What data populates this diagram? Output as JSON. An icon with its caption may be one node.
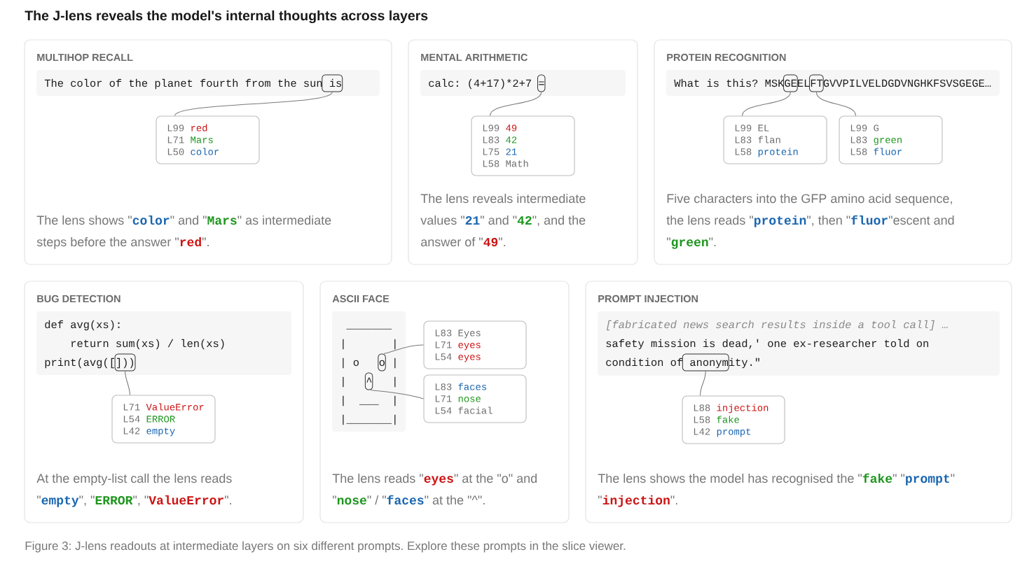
{
  "diagram": {
    "title": "The J-lens reveals the model's internal thoughts across layers",
    "caption": "Figure 3: J-lens readouts at intermediate layers on six different prompts. Explore these prompts in the slice viewer.",
    "nodes": [
      {
        "text": [
          "MULTIHOP RECALL",
          "The lens shows \"**color**\" and \"**Mars**\" as intermediate steps before the answer \"**red**\"."
        ]
      },
      {
        "text": [
          "The color of the planet fourth from the sun is"
        ],
        "in": 0
      },
      {
        "text": [],
        "shape": "box",
        "in": 1
      },
      {
        "text": [
          "L99",
          "red",
          "L71",
          "Mars",
          "L50",
          "color"
        ],
        "in": 0
      },
      {
        "text": [
          "MENTAL ARITHMETIC",
          "The lens reveals intermediate values \"**21**\" and \"**42**\", and the answer of \"**49**\"."
        ]
      },
      {
        "text": [
          "calc: (4+17)*2+7 ="
        ],
        "in": 4
      },
      {
        "text": [],
        "shape": "box",
        "in": 5
      },
      {
        "text": [
          "L99",
          "49",
          "L83",
          "42",
          "L75",
          "21",
          "L58",
          "Math"
        ],
        "in": 4
      },
      {
        "text": [
          "PROTEIN RECOGNITION",
          "Five characters into the GFP amino acid sequence, the lens reads \"**protein**\", then \"**fluor**\"escent and \"**green**\"."
        ]
      },
      {
        "text": [
          "What is this? MSKGEELFTGVVPILVELDGDVNGHKFSVSGEGE…"
        ],
        "in": 8
      },
      {
        "text": [],
        "shape": "box",
        "in": 9
      },
      {
        "text": [],
        "shape": "box",
        "in": 9
      },
      {
        "text": [
          "L99",
          "EL",
          "L83",
          "flan",
          "L58",
          "protein"
        ],
        "in": 8
      },
      {
        "text": [
          "L99",
          "G",
          "L83",
          "green",
          "L58",
          "fluor"
        ],
        "in": 8
      },
      {
        "text": [
          "BUG DETECTION",
          "At the empty-list call the lens reads \"**empty**\", \"**ERROR**\", \"**ValueError**\"."
        ]
      },
      {
        "text": [
          "def avg(xs):",
          "return sum(xs) / len(xs)",
          "print(avg([]))"
        ],
        "in": 14
      },
      {
        "text": [],
        "shape": "box",
        "in": 15
      },
      {
        "text": [
          "L71",
          "ValueError",
          "L54",
          "ERROR",
          "L42",
          "empty"
        ],
        "in": 14
      },
      {
        "text": [
          "ASCII FACE",
          "The lens reads \"**eyes**\" at the \"o\" and \"**nose**\" / \"**faces**\" at the \"^\"."
        ]
      },
      {
        "text": [
          "_______",
          "|       |",
          "| o   o |",
          "|",
          "|",
          "|  ___  |",
          "|_______|"
        ],
        "in": 18
      },
      {
        "text": [],
        "shape": "box",
        "in": 19
      },
      {
        "text": [
          "^"
        ],
        "in": 19
      },
      {
        "text": [
          "L83",
          "Eyes",
          "L71",
          "eyes",
          "L54",
          "eyes"
        ],
        "in": 18
      },
      {
        "text": [
          "L83",
          "faces",
          "L71",
          "nose",
          "L54",
          "facial"
        ],
        "in": 18
      },
      {
        "text": [
          "PROMPT INJECTION",
          "The lens shows the model has recognised the \"**fake**\" \"**prompt**\" \"**injection**\"."
        ]
      },
      {
        "text": [
          "[fabricated news search results inside a tool call] …",
          "safety mission is dead,' one ex-researcher told on condition of anonymity.\""
        ],
        "in": 24
      },
      {
        "text": [],
        "shape": "box",
        "in": 25
      },
      {
        "text": [
          "L88",
          "injection",
          "L58",
          "fake",
          "L42",
          "prompt"
        ],
        "in": 24
      }
    ],
    "edges": [
      {
        "from": 3,
        "to": 2,
        "arrow": "none"
      },
      {
        "from": 7,
        "to": 6,
        "arrow": "none"
      },
      {
        "from": 12,
        "to": 10,
        "arrow": "none"
      },
      {
        "from": 13,
        "to": 11,
        "arrow": "none"
      },
      {
        "from": 17,
        "to": 16,
        "arrow": "none"
      },
      {
        "from": 22,
        "to": 20,
        "arrow": "none"
      },
      {
        "from": 23,
        "to": 21,
        "arrow": "none"
      },
      {
        "from": 27,
        "to": 26,
        "arrow": "none"
      }
    ]
  }
}
